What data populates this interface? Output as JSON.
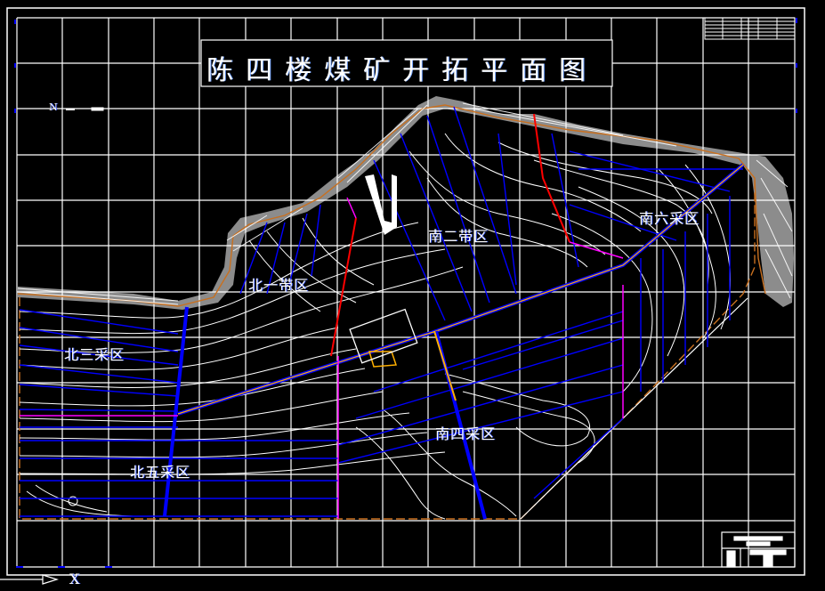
{
  "drawing": {
    "title": "陈四楼煤矿开拓平面图",
    "background": "#000000",
    "colors": {
      "grid": "#ffffff",
      "contour": "#ffffff",
      "roadway": "#0000ff",
      "boundary": "#c87020",
      "main_haulage": "#ffb000",
      "fault": "#ff0000",
      "magenta_line": "#ff00ff"
    }
  },
  "zones": [
    {
      "id": "south-2",
      "label": "南二带区"
    },
    {
      "id": "south-6",
      "label": "南六采区"
    },
    {
      "id": "north-1",
      "label": "北一带区"
    },
    {
      "id": "north-3",
      "label": "北三采区"
    },
    {
      "id": "south-4",
      "label": "南四采区"
    },
    {
      "id": "north-5",
      "label": "北五采区"
    }
  ],
  "north_arrow": {
    "label": "N"
  },
  "axis_indicator": {
    "label": "X"
  },
  "title_block": {
    "present": true
  },
  "revision_table": {
    "present": true
  }
}
